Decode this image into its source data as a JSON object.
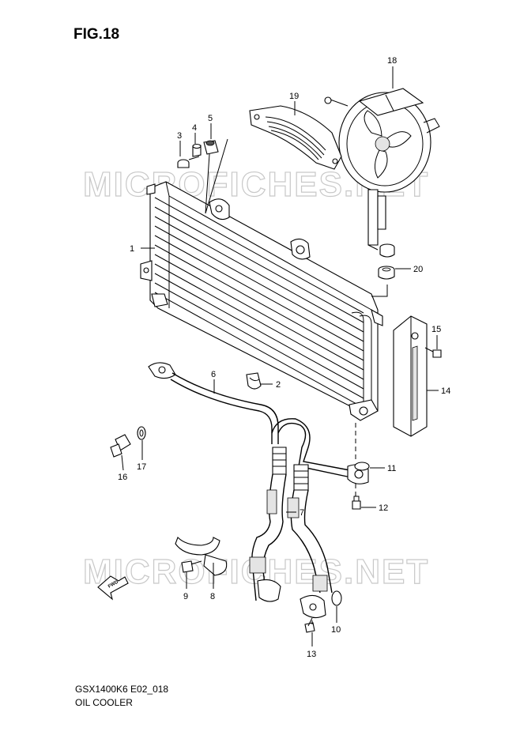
{
  "figure": {
    "title": "FIG.18",
    "model_code": "GSX1400K6 E02_018",
    "part_name": "OIL COOLER",
    "fwd_label": "FWD"
  },
  "watermark": {
    "text": "MICROFICHES.NET"
  },
  "callouts": [
    "1",
    "2",
    "3",
    "4",
    "5",
    "6",
    "7",
    "8",
    "9",
    "10",
    "11",
    "12",
    "13",
    "14",
    "15",
    "16",
    "17",
    "18",
    "19",
    "20"
  ]
}
